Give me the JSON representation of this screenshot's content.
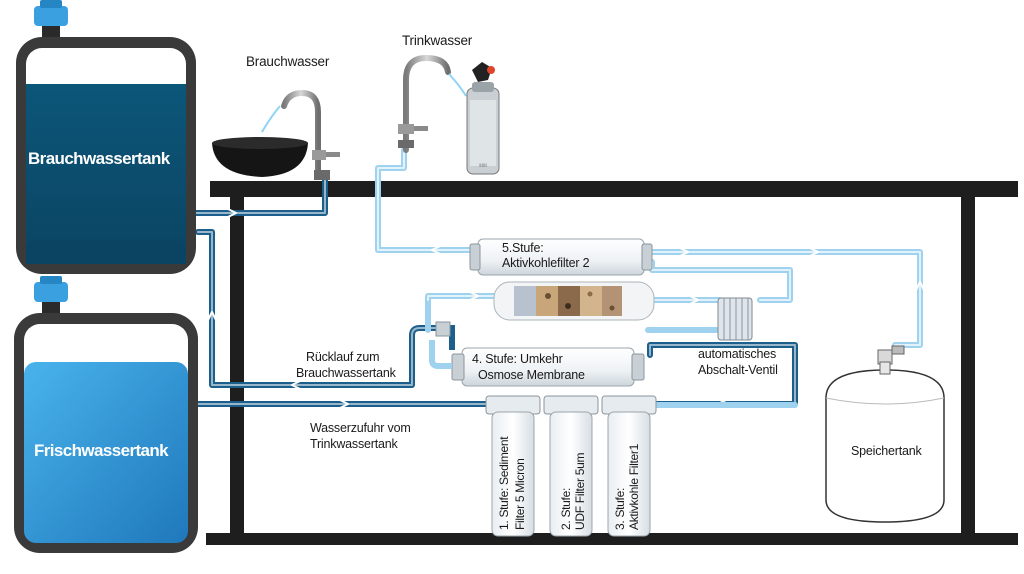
{
  "labels": {
    "brauchwasser": "Brauchwasser",
    "trinkwasser": "Trinkwasser",
    "brauchwassertank": "Brauchwassertank",
    "frischwassertank": "Frischwassertank",
    "stage5_line1": "5.Stufe:",
    "stage5_line2": "Aktivkohlefilter 2",
    "ruecklauf_line1": "Rücklauf zum",
    "ruecklauf_line2": "Brauchwassertank",
    "stage4_line1": "4. Stufe: Umkehr",
    "stage4_line2": "Osmose Membrane",
    "ventil_line1": "automatisches",
    "ventil_line2": "Abschalt-Ventil",
    "zufuhr_line1": "Wasserzufuhr vom",
    "zufuhr_line2": "Trinkwassertank",
    "speichertank": "Speichertank",
    "filter1_line1": "1. Stufe: Sediment",
    "filter1_line2": "Filter 5 Micron",
    "filter2_line1": "2. Stufe:",
    "filter2_line2": "UDF Filter 5um",
    "filter3_line1": "3. Stufe:",
    "filter3_line2": "Aktivkohle Filter1"
  },
  "colors": {
    "brauchwasser_tank": "#0e4d6e",
    "frischwasser_tank": "#2d8fd0",
    "dark_pipe": "#1d5f8c",
    "light_pipe": "#9fd2ee",
    "frame": "#1e1e1e",
    "cap": "#3aa0e0"
  }
}
